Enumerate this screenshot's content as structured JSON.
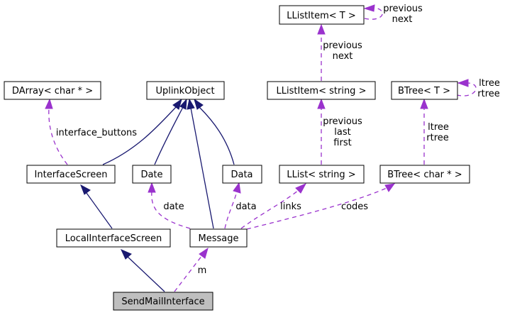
{
  "nodes": {
    "llistitem_t": "LListItem< T >",
    "darray": "DArray< char * >",
    "uplinkobject": "UplinkObject",
    "llistitem_string": "LListItem< string >",
    "btree_t": "BTree< T >",
    "interfacescreen": "InterfaceScreen",
    "date": "Date",
    "data": "Data",
    "llist_string": "LList< string >",
    "btree_char": "BTree< char * >",
    "localinterfacescreen": "LocalInterfaceScreen",
    "message": "Message",
    "sendmailinterface": "SendMailInterface"
  },
  "edge_labels": {
    "llistitem_t_self": [
      "previous",
      "next"
    ],
    "llistitem_t_to_string": [
      "previous",
      "next"
    ],
    "llistitem_string_to_llist": [
      "previous",
      "last",
      "first"
    ],
    "btree_t_self": [
      "ltree",
      "rtree"
    ],
    "btree_t_to_char": [
      "ltree",
      "rtree"
    ],
    "darray_to_interfacescreen": "interface_buttons",
    "date_to_message": "date",
    "data_to_message": "data",
    "llist_to_message": "links",
    "btree_char_to_message": "codes",
    "message_to_sendmail": "m"
  },
  "colors": {
    "inheritance": "#191970",
    "member": "#9a32cd",
    "highlight_fill": "#bfbfbf"
  }
}
